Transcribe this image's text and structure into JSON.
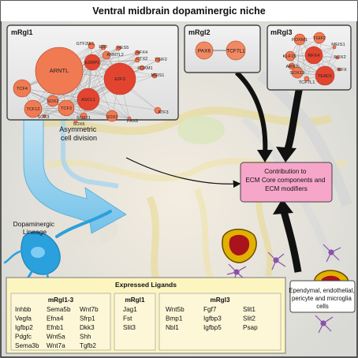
{
  "title": "Ventral midbrain dopaminergic niche",
  "panels": {
    "mrgl1": {
      "label": "mRgl1",
      "nodes": [
        "ARNTL",
        "TCF4",
        "SOX2",
        "TCF12",
        "TCF3",
        "ASCL1",
        "E2F3",
        "ESRP1",
        "GTF2IE1",
        "ARNTL2",
        "ERF",
        "HES5",
        "RFX4",
        "OTX2",
        "TGIF2",
        "FOXM1",
        "MEIS1",
        "SOX3",
        "SOX21",
        "SOX1",
        "SOX6",
        "PAX6",
        "ATF3"
      ]
    },
    "mrgl2": {
      "label": "mRgl2",
      "nodes": [
        "PAX6",
        "TCF7L1"
      ]
    },
    "mrgl3": {
      "label": "mRgl3",
      "nodes": [
        "FOXM1",
        "TGIF2",
        "KLF15",
        "RFX4",
        "MEIS1",
        "SOX2",
        "ARNTL",
        "SOX13",
        "TEAD1",
        "TCF7L1",
        "RFX"
      ]
    }
  },
  "labels": {
    "asymmetric": "Asymmetric cell division",
    "lineage": "Dopaminergic Lineage",
    "contribution": "Contribution to ECM Core components and ECM modifiers",
    "cells": "Ependymal, endothelial, pericyte and microglia cells"
  },
  "ligands": {
    "title": "Expressed Ligands",
    "group13": {
      "label": "mRgl1-3",
      "col1": [
        "Inhbb",
        "Vegfa",
        "Igfbp2",
        "Pdgfc",
        "Sema3b"
      ],
      "col2": [
        "Sema5b",
        "Efna4",
        "Efnb1",
        "Wnt5a",
        "Wnt7a"
      ],
      "col3": [
        "Wnt7b",
        "Sfrp1",
        "Dkk3",
        "Shh",
        "Tgfb2"
      ]
    },
    "group1": {
      "label": "mRgl1",
      "col1": [
        "Jag1",
        "Fst",
        "Slit3"
      ]
    },
    "group3": {
      "label": "mRgl3",
      "col1": [
        "Wnt5b",
        "Bmp1",
        "Nbl1"
      ],
      "col2": [
        "Fgf7",
        "Igfbp3",
        "Igfbp5"
      ],
      "col3": [
        "Slit1",
        "Slit2",
        "Psap"
      ]
    }
  },
  "colors": {
    "node_red": "#e2442f",
    "node_orange": "#f07a52",
    "ligand_bg": "#fdf5c0",
    "contribution_bg": "#f6a6c9"
  }
}
